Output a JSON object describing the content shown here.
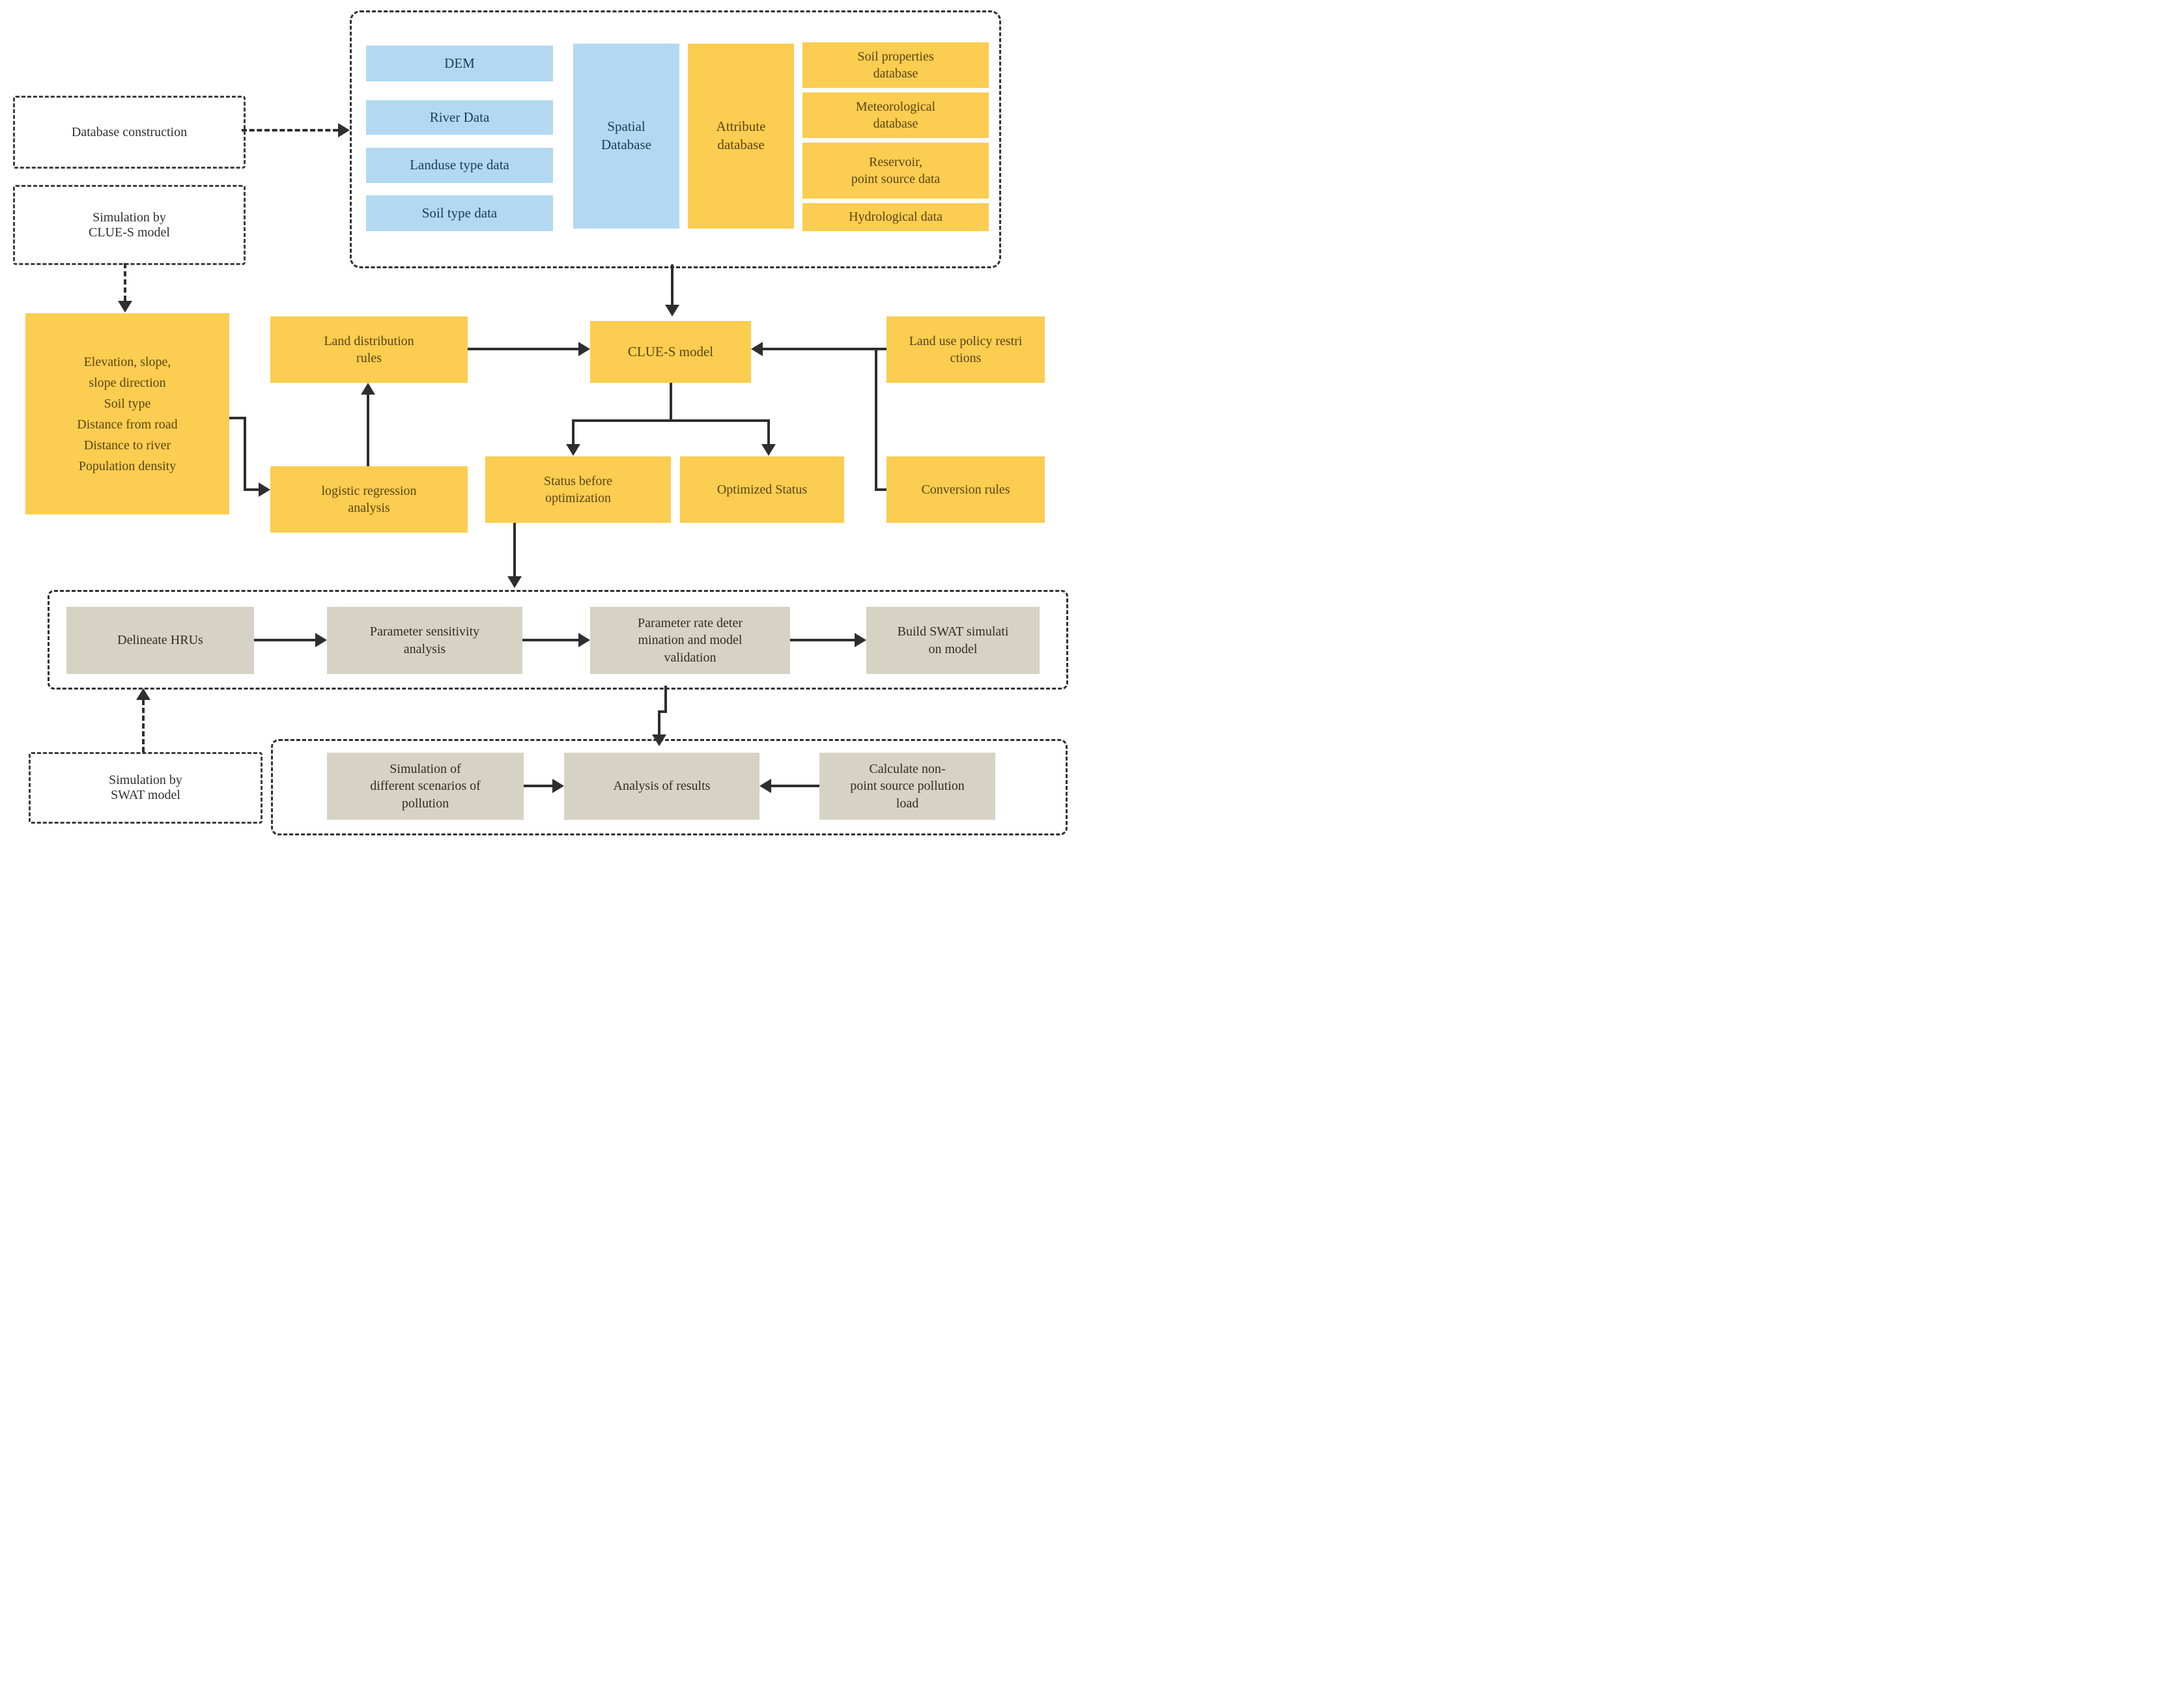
{
  "colors": {
    "node_yellow": "#FBCD50",
    "node_blue": "#B3D8F2",
    "node_gray": "#D6D2C4",
    "line": "#2e2e2e"
  },
  "dashed_labels": {
    "database_construction": "Database construction",
    "simulation_clue": "Simulation by\nCLUE-S model",
    "simulation_swat": "Simulation by\nSWAT model"
  },
  "database_group": {
    "spatial_inputs": [
      "DEM",
      "River Data",
      "Landuse type data",
      "Soil type data"
    ],
    "spatial_db": "Spatial\nDatabase",
    "attribute_db": "Attribute\ndatabase",
    "attribute_inputs": [
      "Soil properties\ndatabase",
      "Meteorological\ndatabase",
      "Reservoir,\npoint source data",
      "Hydrological  data"
    ]
  },
  "clue_section": {
    "driving_factors": "Elevation, slope,\nslope direction\nSoil type\nDistance from road\nDistance to river\nPopulation density",
    "land_distribution_rules": "Land distribution\nrules",
    "clue_model": "CLUE-S model",
    "land_use_policy": "Land use policy restri\nctions",
    "logistic_regression": "logistic regression\nanalysis",
    "status_before": "Status before\noptimization",
    "optimized_status": "Optimized Status",
    "conversion_rules": "Conversion rules"
  },
  "swat_section": {
    "steps": [
      "Delineate HRUs",
      "Parameter sensitivity\nanalysis",
      "Parameter rate deter\nmination and model\nvalidation",
      "Build SWAT simulati\non model"
    ]
  },
  "results_section": {
    "scenario_simulation": "Simulation of\ndifferent scenarios of\npollution",
    "analysis": "Analysis of results",
    "nps_load": "Calculate non-\npoint source pollution\nload"
  }
}
